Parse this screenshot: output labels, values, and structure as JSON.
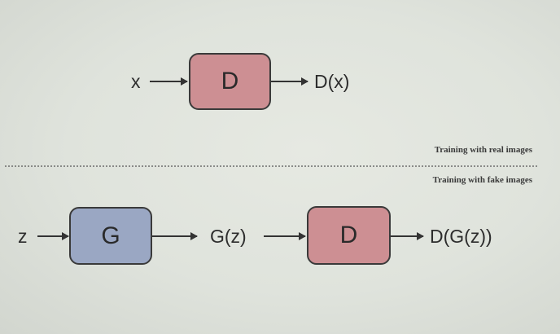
{
  "real_row": {
    "input_label": "x",
    "disc_label": "D",
    "output_label": "D(x)"
  },
  "fake_row": {
    "input_label": "z",
    "gen_label": "G",
    "gen_output_label": "G(z)",
    "disc_label": "D",
    "output_label": "D(G(z))"
  },
  "captions": {
    "real": "Training with real images",
    "fake": "Training with fake images"
  },
  "colors": {
    "discriminator_box": "#cd8f93",
    "generator_box": "#9aa7c3",
    "background": "#e2e6df"
  }
}
